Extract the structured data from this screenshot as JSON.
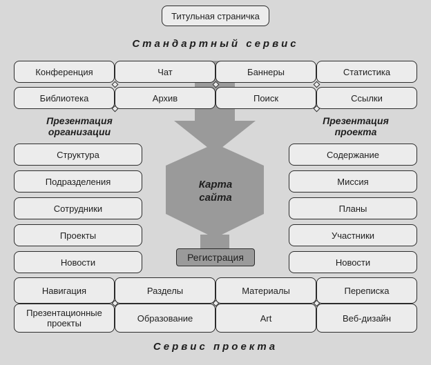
{
  "top": {
    "title": "Титульная страничка"
  },
  "standard": {
    "title": "Стандартный сервис",
    "row1": [
      "Конференция",
      "Чат",
      "Баннеры",
      "Статистика"
    ],
    "row2": [
      "Библиотека",
      "Архив",
      "Поиск",
      "Ссылки"
    ]
  },
  "org": {
    "header": "Презентация организации",
    "items": [
      "Структура",
      "Подразделения",
      "Сотрудники",
      "Проекты",
      "Новости"
    ]
  },
  "proj": {
    "header": "Презентация проекта",
    "items": [
      "Содержание",
      "Миссия",
      "Планы",
      "Участники",
      "Новости"
    ]
  },
  "center": {
    "sitemap": "Карта сайта",
    "registration": "Регистрация"
  },
  "service": {
    "title": "Сервис проекта",
    "row1": [
      "Навигация",
      "Разделы",
      "Материалы",
      "Переписка"
    ],
    "row2": [
      "Презентационные проекты",
      "Образование",
      "Art",
      "Веб-дизайн"
    ]
  },
  "colors": {
    "background": "#d8d8d8",
    "box": "#ececec",
    "arrow": "#9a9a9a",
    "border": "#2b2b2b"
  }
}
